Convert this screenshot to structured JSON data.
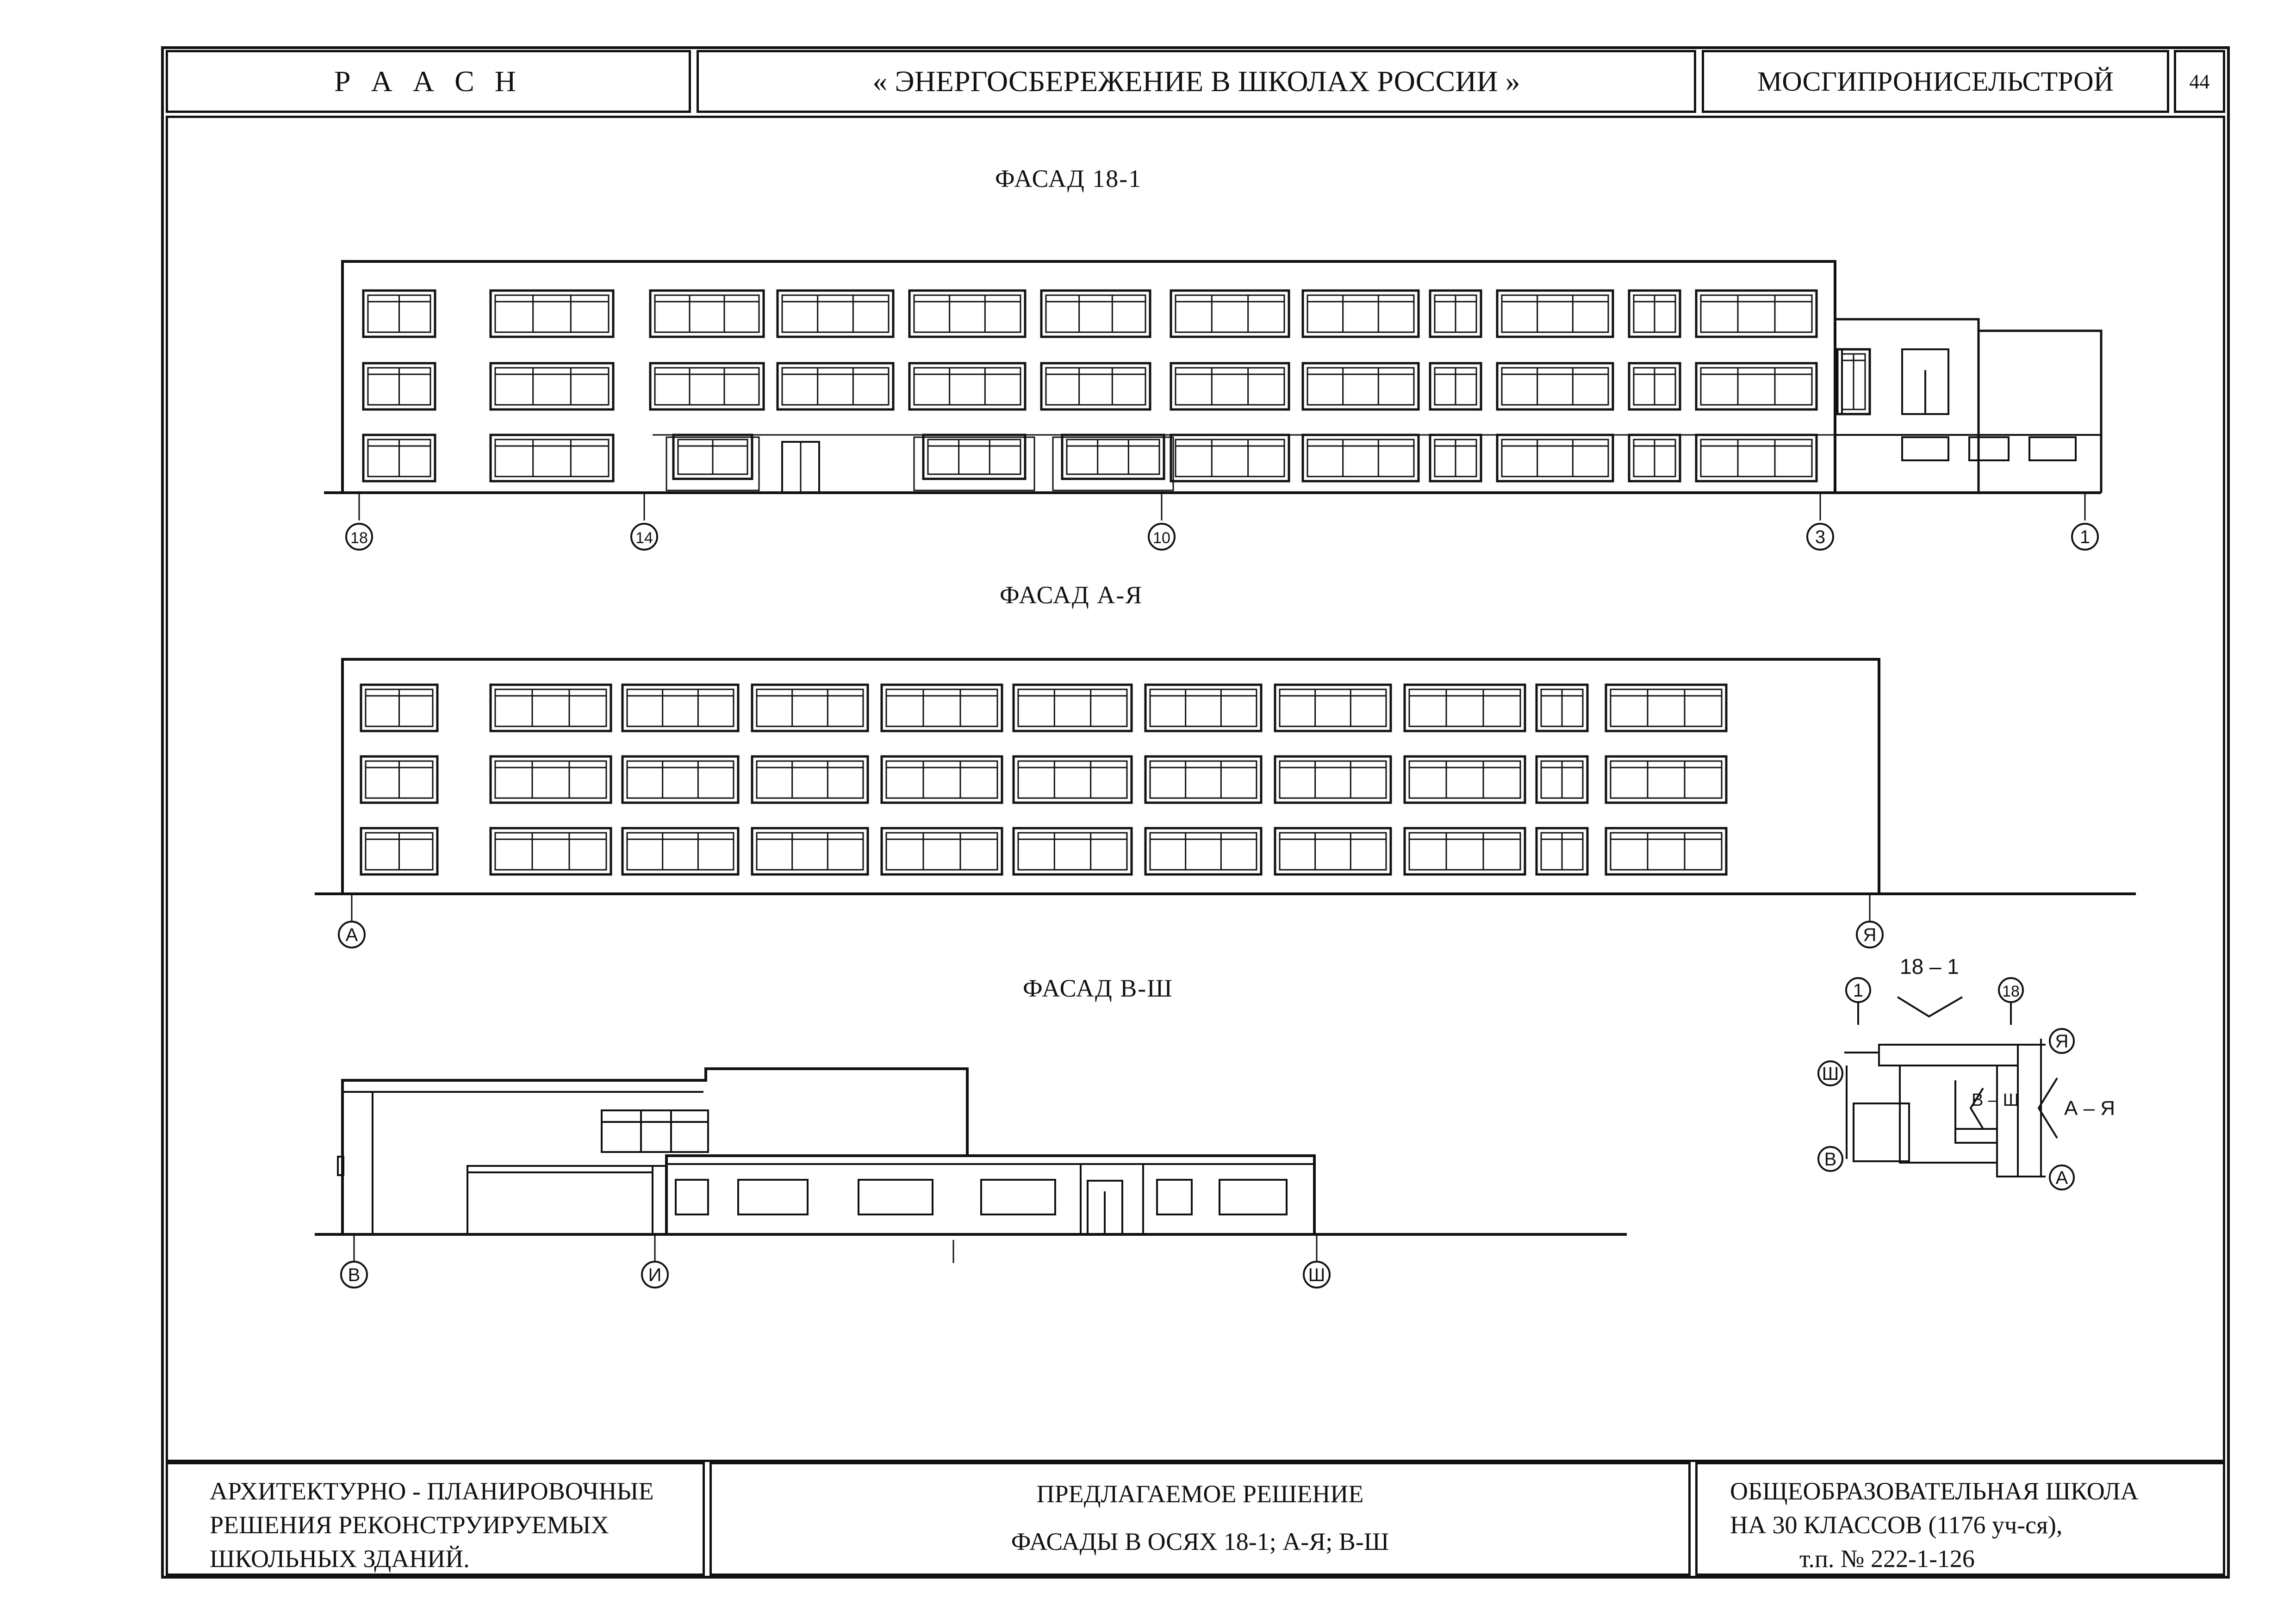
{
  "header": {
    "org": "Р А А С Н",
    "program": "« ЭНЕРГОСБЕРЕЖЕНИЕ В ШКОЛАХ РОССИИ »",
    "institute": "МОСГИПРОНИСЕЛЬСТРОЙ",
    "page_number": "44"
  },
  "facades": [
    {
      "title": "ФАСАД  18-1",
      "axes": [
        "18",
        "14",
        "10",
        "3",
        "1"
      ]
    },
    {
      "title": "ФАСАД  А-Я",
      "axes": [
        "А",
        "Я"
      ]
    },
    {
      "title": "ФАСАД  В-Ш",
      "axes": [
        "В",
        "И",
        "Ш"
      ]
    }
  ],
  "key_plan": {
    "label_top": "18 – 1",
    "label_right": "А – Я",
    "label_inner": "В – Ш",
    "axes": [
      "1",
      "18",
      "Я",
      "Ш",
      "В",
      "А"
    ]
  },
  "footer": {
    "left": [
      "АРХИТЕКТУРНО - ПЛАНИРОВОЧНЫЕ",
      "РЕШЕНИЯ    РЕКОНСТРУИРУЕМЫХ",
      "ШКОЛЬНЫХ ЗДАНИЙ."
    ],
    "center": [
      "ПРЕДЛАГАЕМОЕ  РЕШЕНИЕ",
      "ФАСАДЫ В ОСЯХ  18-1; А-Я; В-Ш"
    ],
    "right": [
      "ОБЩЕОБРАЗОВАТЕЛЬНАЯ ШКОЛА",
      "НА 30 КЛАССОВ (1176 уч-ся),",
      "т.п. № 222-1-126"
    ]
  }
}
